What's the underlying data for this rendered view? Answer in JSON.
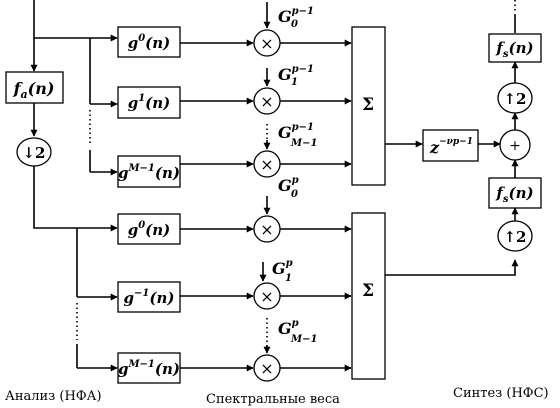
{
  "captions": {
    "analysis": "Анализ (НФА)",
    "weights": "Спектральные веса",
    "synthesis": "Синтез (НФС)"
  },
  "upper": {
    "filters": [
      {
        "base": "g",
        "sup": "0",
        "arg": "(n)"
      },
      {
        "base": "g",
        "sup": "1",
        "arg": "(n)"
      },
      {
        "base": "g",
        "sup": "M−1",
        "arg": "(n)"
      }
    ],
    "weights": [
      {
        "base": "G",
        "sup": "p−1",
        "sub": "0"
      },
      {
        "base": "G",
        "sup": "p−1",
        "sub": "1"
      },
      {
        "base": "G",
        "sup": "p−1",
        "sub": "M−1"
      }
    ]
  },
  "lower": {
    "filters": [
      {
        "base": "g",
        "sup": "0",
        "arg": "(n)"
      },
      {
        "base": "g",
        "sup": "−1",
        "arg": "(n)"
      },
      {
        "base": "g",
        "sup": "M−1",
        "arg": "(n)"
      }
    ],
    "weights": [
      {
        "base": "G",
        "sup": "p",
        "sub": "0"
      },
      {
        "base": "G",
        "sup": "p",
        "sub": "1"
      },
      {
        "base": "G",
        "sup": "p",
        "sub": "M−1"
      }
    ]
  },
  "analysis_filter": {
    "base": "f",
    "sub": "a",
    "arg": "(n)"
  },
  "downsample": "↓2",
  "multiply_symbol": "×",
  "sum_symbol": "Σ",
  "delay": {
    "base": "z",
    "sup": "−νp−1"
  },
  "adder_symbol": "+",
  "synthesis_filter_top": {
    "base": "f",
    "sub": "s",
    "arg": "(n)"
  },
  "synthesis_filter_mid": {
    "base": "f",
    "sub": "s",
    "arg": "(n)"
  },
  "upsample_top": "↑2",
  "upsample_bottom": "↑2",
  "ellipsis": "⋮"
}
